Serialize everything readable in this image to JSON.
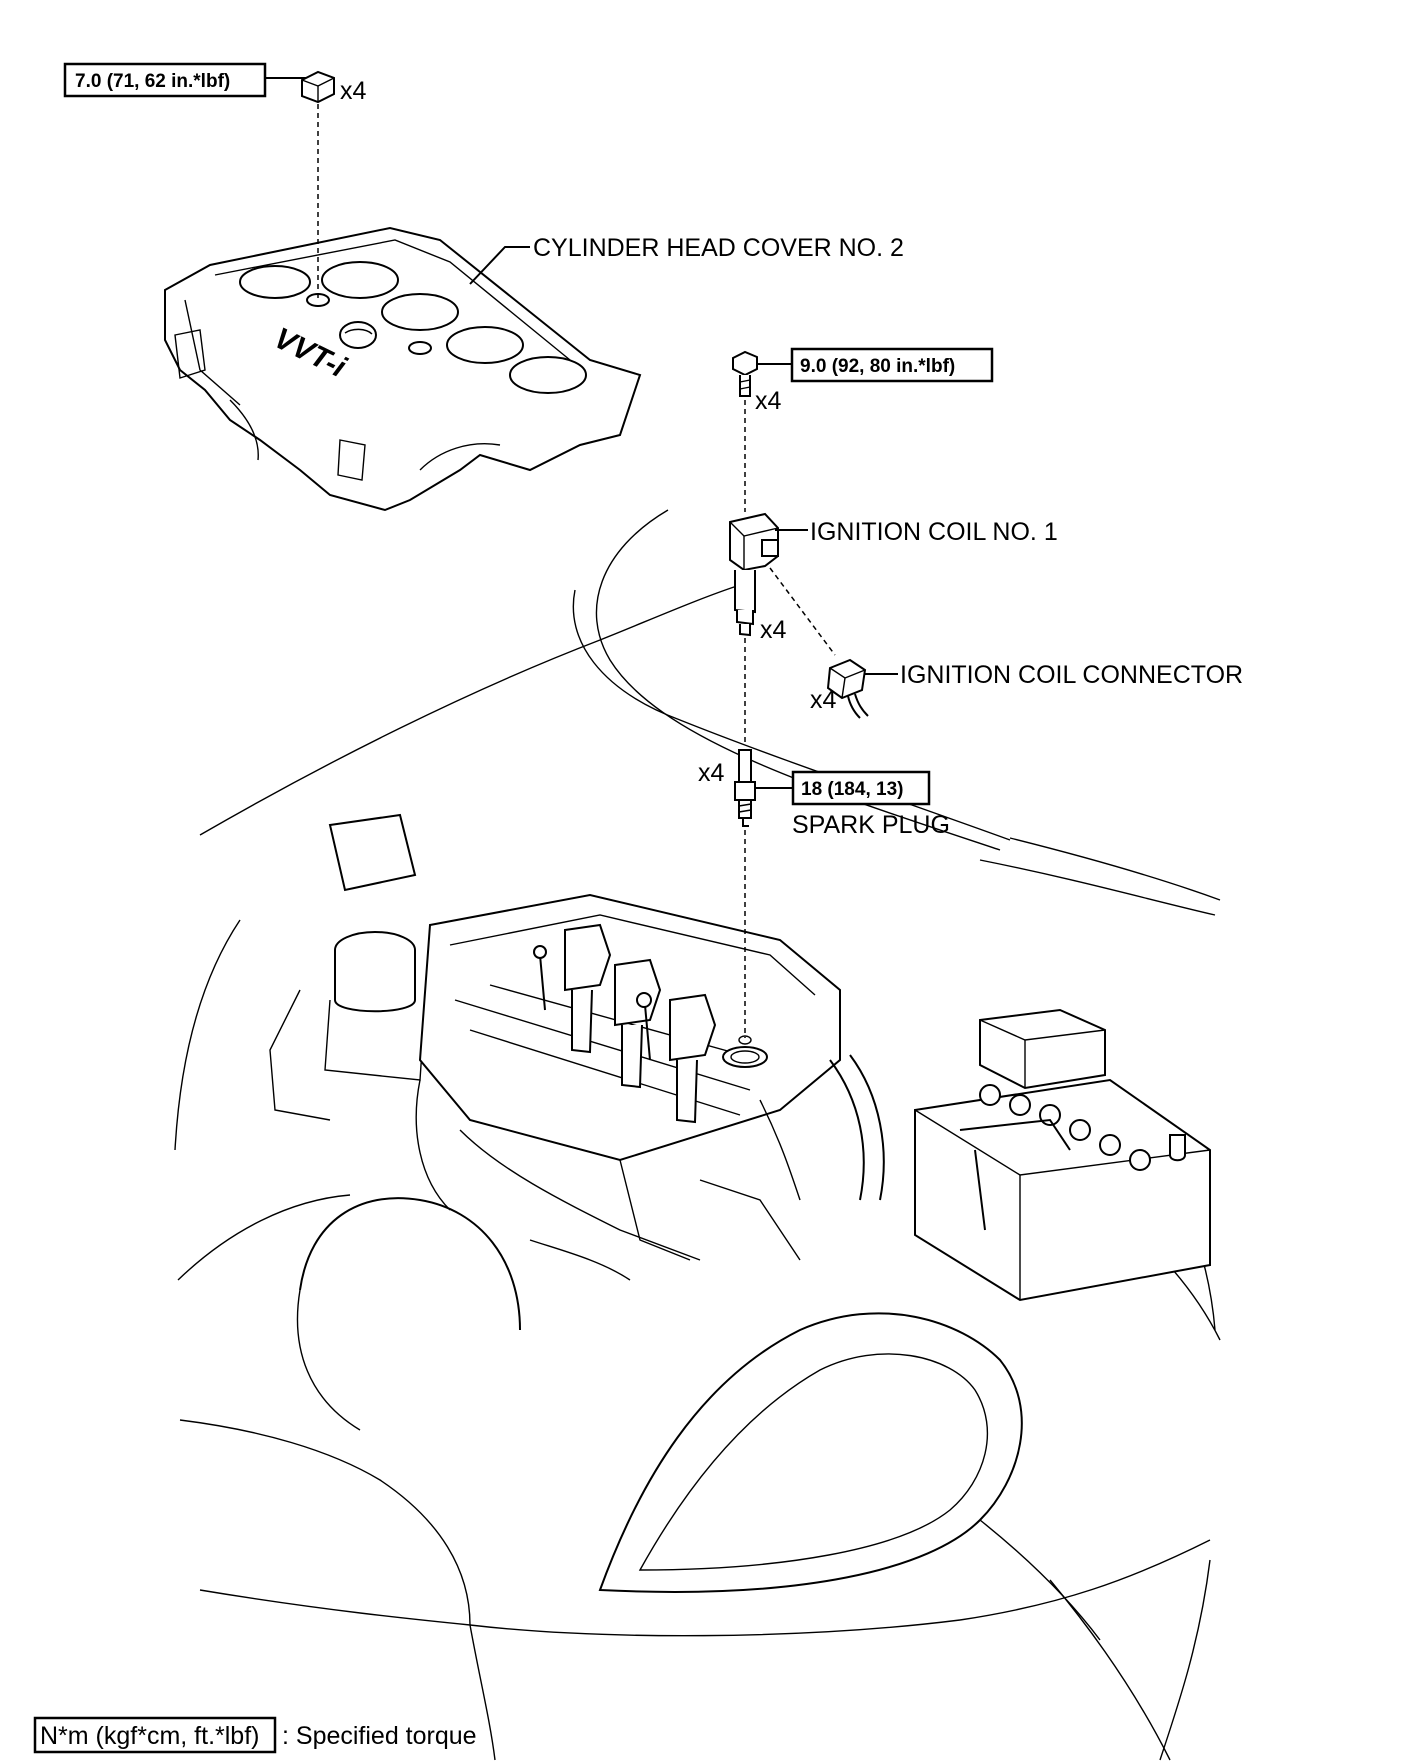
{
  "labels": {
    "cover_nut_torque": "7.0 (71, 62 in.*lbf)",
    "cover_nut_qty": "x4",
    "cylinder_head_cover": "CYLINDER HEAD COVER NO. 2",
    "cover_badge": "VVT-i",
    "coil_bolt_torque": "9.0 (92, 80 in.*lbf)",
    "coil_bolt_qty": "x4",
    "ignition_coil": "IGNITION COIL NO. 1",
    "ignition_coil_qty": "x4",
    "ignition_coil_connector": "IGNITION COIL CONNECTOR",
    "connector_qty": "x4",
    "spark_plug_qty": "x4",
    "spark_plug_torque": "18 (184, 13)",
    "spark_plug": "SPARK PLUG"
  },
  "legend": {
    "unit_box": "N*m (kgf*cm, ft.*lbf)",
    "description": ": Specified torque"
  }
}
